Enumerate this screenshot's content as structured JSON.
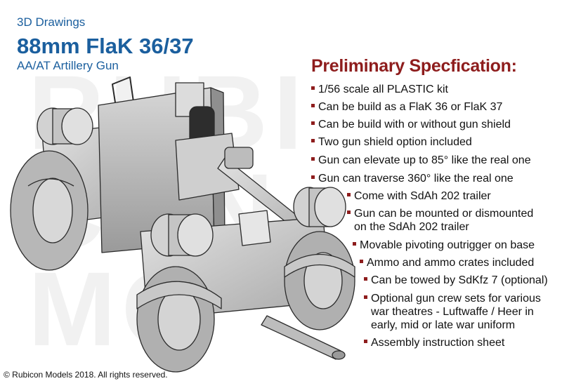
{
  "header": {
    "kicker": "3D Drawings",
    "title": "88mm FlaK 36/37",
    "subtitle": "AA/AT Artillery Gun"
  },
  "watermark": "RUBICON MODELS",
  "spec": {
    "title": "Preliminary Specfication:",
    "items": [
      {
        "lines": [
          "1/56 scale all PLASTIC kit"
        ]
      },
      {
        "lines": [
          "Can be build as a FlaK 36 or FlaK 37"
        ]
      },
      {
        "lines": [
          "Can be build with or without gun shield"
        ]
      },
      {
        "lines": [
          "Two gun shield option included"
        ]
      },
      {
        "lines": [
          "Gun can elevate up to 85° like the real one"
        ]
      },
      {
        "lines": [
          "Gun can traverse 360° like the real one"
        ]
      },
      {
        "lines": [
          "Come with SdAh 202 trailer"
        ]
      },
      {
        "lines": [
          "Gun can be mounted or dismounted",
          "on the SdAh 202 trailer"
        ]
      },
      {
        "lines": [
          "Movable pivoting outrigger on base"
        ]
      },
      {
        "lines": [
          "Ammo and ammo crates included"
        ]
      },
      {
        "lines": [
          "Can be towed by SdKfz 7 (optional)"
        ]
      },
      {
        "lines": [
          "Optional gun crew sets for various",
          "war theatres - Luftwaffe / Heer in",
          "early, mid or late war uniform"
        ]
      },
      {
        "lines": [
          "Assembly instruction sheet"
        ]
      }
    ]
  },
  "footer": {
    "copyright": "© Rubicon Models 2018. All rights reserved."
  },
  "colors": {
    "header_blue": "#1b5f9e",
    "spec_red": "#8e1d1d",
    "model_grey": "#c9c9c9"
  }
}
